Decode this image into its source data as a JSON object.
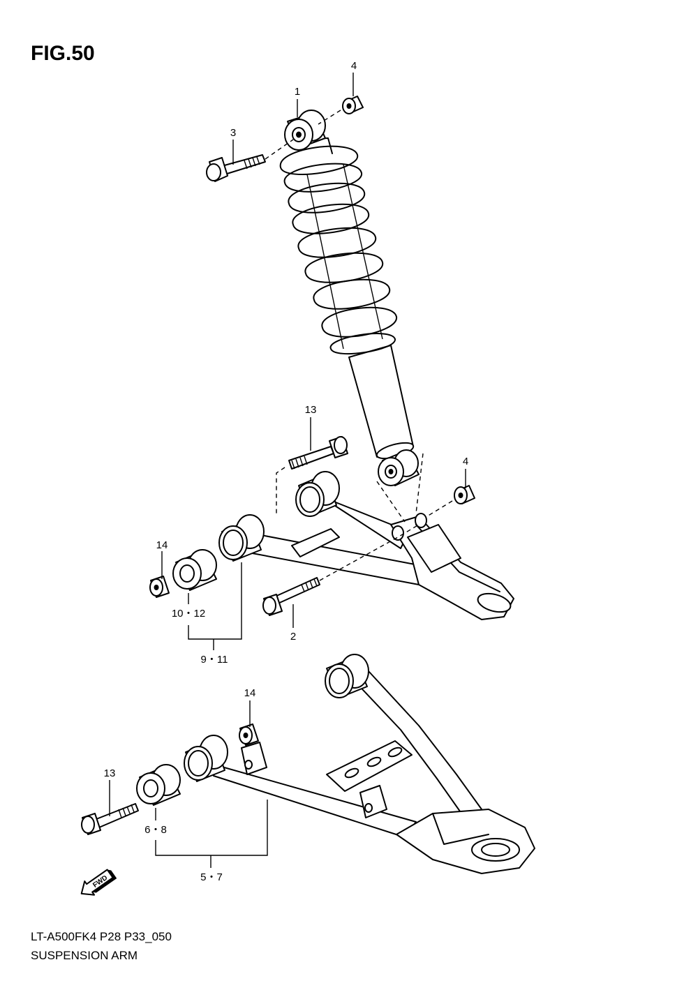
{
  "figure": {
    "title": "FIG.50"
  },
  "footer": {
    "model_code": "LT-A500FK4 P28 P33_050",
    "section_name": "SUSPENSION ARM"
  },
  "callouts": {
    "c1": "1",
    "c2": "2",
    "c3": "3",
    "c4a": "4",
    "c4b": "4",
    "c5_7": "5・7",
    "c6_8": "6・8",
    "c9_11": "9・11",
    "c10_12": "10・12",
    "c13a": "13",
    "c13b": "13",
    "c14a": "14",
    "c14b": "14"
  },
  "direction_badge": {
    "text": "FWD",
    "icon": "forward-arrow-icon"
  }
}
